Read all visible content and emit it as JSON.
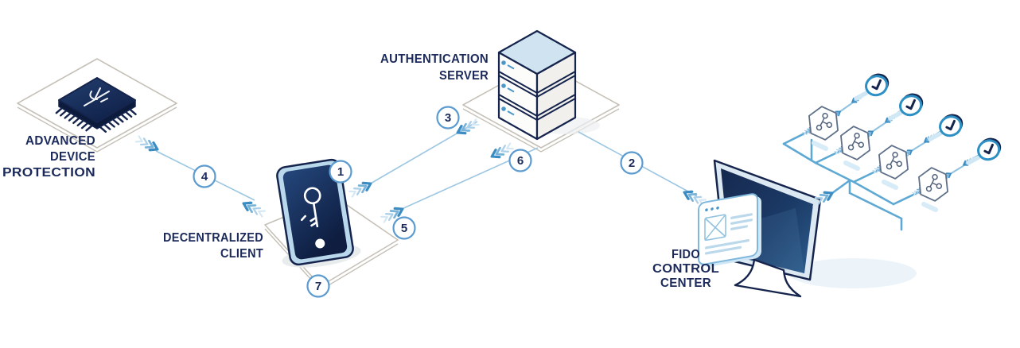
{
  "diagram": {
    "type": "architecture-flow",
    "subject": "FIDO passwordless authentication flow"
  },
  "nodes": {
    "advanced_device_protection": {
      "label_lines": [
        "ADVANCED",
        "DEVICE",
        "PROTECTION"
      ],
      "icon": "chip-icon"
    },
    "decentralized_client": {
      "label_lines": [
        "DECENTRALIZED",
        "CLIENT"
      ],
      "icon": "smartphone-key-icon"
    },
    "authentication_server": {
      "label_lines": [
        "AUTHENTICATION",
        "SERVER"
      ],
      "icon": "server-stack-icon"
    },
    "fido_control_center": {
      "label_lines": [
        "FIDO",
        "CONTROL",
        "CENTER"
      ],
      "icon": "monitor-browser-icon"
    },
    "device_network": {
      "node_count": 4,
      "verified_count": 4,
      "node_icon": "hexagon-molecule-icon",
      "status_icon": "checkmark-circle-icon"
    }
  },
  "flow_steps": [
    {
      "number": "1"
    },
    {
      "number": "2"
    },
    {
      "number": "3"
    },
    {
      "number": "4"
    },
    {
      "number": "5"
    },
    {
      "number": "6"
    },
    {
      "number": "7"
    }
  ],
  "connections": [
    {
      "from": "advanced-device-protection",
      "to": "decentralized-client",
      "steps": [
        "4"
      ],
      "bidirectional": true
    },
    {
      "from": "decentralized-client",
      "to": "authentication-server",
      "steps": [
        "1",
        "3"
      ],
      "bidirectional": true
    },
    {
      "from": "decentralized-client",
      "to": "authentication-server",
      "steps": [
        "5",
        "6"
      ],
      "bidirectional": true
    },
    {
      "from": "authentication-server",
      "to": "fido-control-center",
      "steps": [
        "2"
      ],
      "bidirectional": false
    },
    {
      "from": "fido-control-center",
      "to": "device-network",
      "steps": [],
      "bidirectional": false
    }
  ],
  "colors": {
    "navy": "#15244c",
    "text_navy": "#1b2a5a",
    "accent_blue": "#3a8cc2",
    "line_blue": "#9cc6e2",
    "net_blue": "#5da9d4",
    "circle_blue": "#5b9bd0",
    "server_top_blue": "#cfe3f1",
    "platform_grey": "#c6c1b8",
    "shadow_blue": "#d8ecf8",
    "check_ring_blue": "#2d8fc4"
  }
}
